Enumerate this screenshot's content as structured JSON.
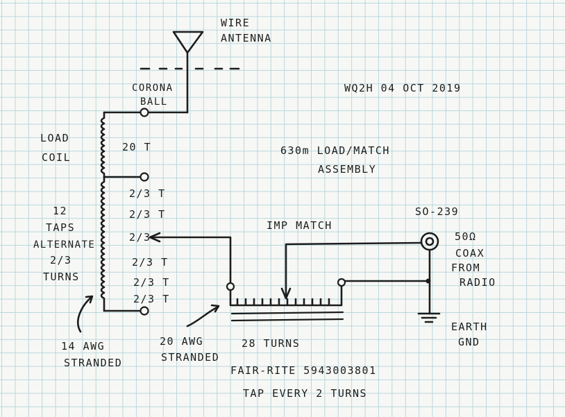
{
  "labels": {
    "antenna": [
      "WIRE",
      "ANTENNA"
    ],
    "corona": [
      "CORONA",
      "BALL"
    ],
    "load_coil": [
      "LOAD",
      "COIL"
    ],
    "turns_20": "20 T",
    "callsign_date": "WQ2H    04 OCT 2019",
    "assembly": [
      "630m LOAD/MATCH",
      "ASSEMBLY"
    ],
    "taps_note": [
      "12",
      "TAPS",
      "ALTERNATE",
      "2/3",
      "TURNS"
    ],
    "tap_values": [
      "2/3 T",
      "2/3 T",
      "2/3",
      "2/3 T",
      "2/3 T",
      "2/3 T"
    ],
    "imp_match": "IMP MATCH",
    "connector": "SO-239",
    "coax_note": [
      "50Ω",
      "COAX",
      "FROM",
      "RADIO"
    ],
    "earth_gnd": [
      "EARTH",
      "GND"
    ],
    "awg14": [
      "14 AWG",
      "STRANDED"
    ],
    "awg20": [
      "20 AWG",
      "STRANDED"
    ],
    "turns_28": "28 TURNS",
    "fairrite": "FAIR-RITE   5943003801",
    "tap_every": "TAP EVERY 2 TURNS"
  }
}
